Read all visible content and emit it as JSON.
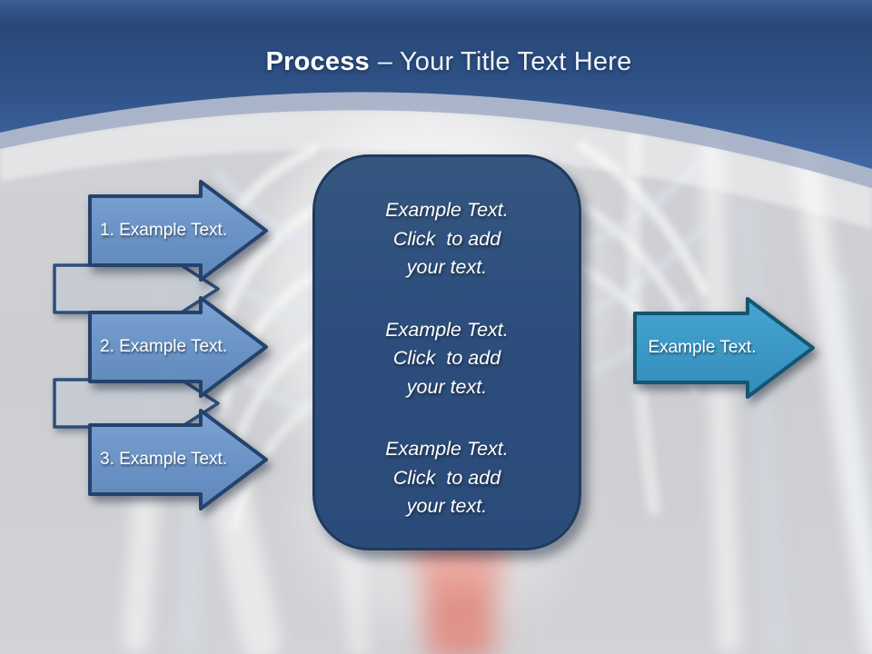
{
  "title": {
    "bold": "Process",
    "rest": "– Your Title Text Here"
  },
  "arrows": {
    "left": [
      {
        "label": "1. Example Text."
      },
      {
        "label": "2. Example Text."
      },
      {
        "label": "3. Example Text."
      }
    ],
    "right": {
      "label": "Example Text."
    }
  },
  "center_box": {
    "paragraphs": [
      {
        "lines": [
          "Example Text.",
          "Click  to add",
          "your text."
        ]
      },
      {
        "lines": [
          "Example Text.",
          "Click  to add",
          "your text."
        ]
      },
      {
        "lines": [
          "Example Text.",
          "Click  to add",
          "your text."
        ]
      }
    ]
  },
  "colors": {
    "header_blue_top": "#294878",
    "header_blue_bottom": "#4169a6",
    "left_arrow_fill": "#6b94c6",
    "left_arrow_border": "#24426b",
    "right_arrow_fill": "#3b97c5",
    "right_arrow_border": "#14556f",
    "box_fill": "#2e4f7d",
    "box_border": "#1e3a5e",
    "background_gray": "#cfd0d3",
    "spine_red": "#dd7164",
    "text_white": "#ffffff"
  }
}
